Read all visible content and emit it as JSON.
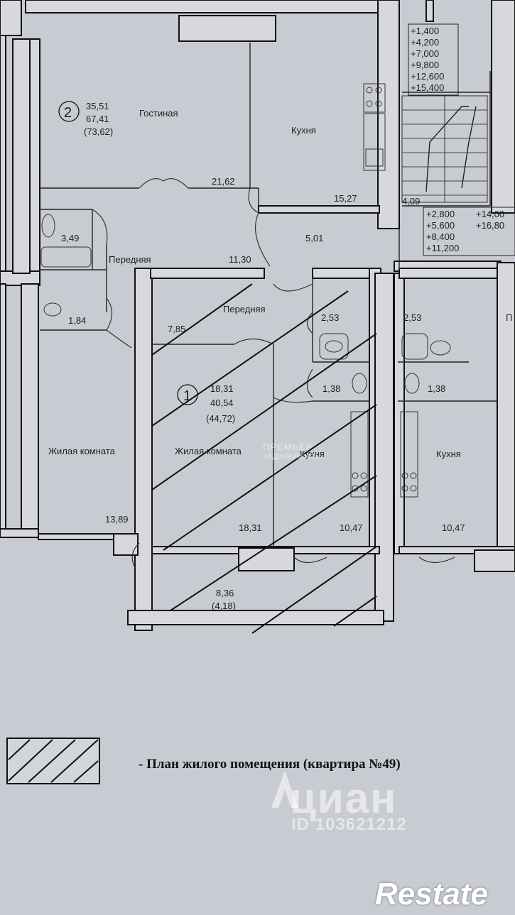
{
  "plan": {
    "apartment_2": {
      "number": "2",
      "area_living": "35,51",
      "area_total": "67,41",
      "area_with_balcony": "(73,62)",
      "rooms": [
        {
          "name": "Гостиная",
          "area": "21,62"
        },
        {
          "name": "Кухня",
          "area": "15,27"
        },
        {
          "name": "",
          "area": "3,49"
        },
        {
          "name": "Передняя",
          "area": "11,30"
        },
        {
          "name": "",
          "area": "5,01"
        }
      ]
    },
    "apartment_1": {
      "number": "1",
      "area_living": "18,31",
      "area_total": "40,54",
      "area_with_balcony": "(44,72)",
      "rooms": [
        {
          "name": "Передняя",
          "area": "7,85"
        },
        {
          "name": "",
          "area": "2,53"
        },
        {
          "name": "",
          "area": "1,38"
        },
        {
          "name": "Жилая комната",
          "area": "18,31"
        },
        {
          "name": "Кухня",
          "area": "10,47"
        }
      ],
      "balcony_area": "8,36",
      "balcony_area_reduced": "(4,18)"
    },
    "left_unit": {
      "rooms": [
        {
          "name": "",
          "area": "1,84"
        },
        {
          "name": "Жилая комната",
          "area": "13,89"
        }
      ]
    },
    "right_unit": {
      "rooms": [
        {
          "name": "",
          "area": "2,53"
        },
        {
          "name": "",
          "area": "1,38"
        },
        {
          "name": "Кухня",
          "area": "10,47"
        },
        {
          "name": "П",
          "area": ""
        }
      ]
    },
    "stair": {
      "landing_area": "4,09",
      "levels_upper": [
        "+1,400",
        "+4,200",
        "+7,000",
        "+9,800",
        "+12,600",
        "+15,400"
      ],
      "levels_lower_a": [
        "+2,800",
        "+5,600",
        "+8,400",
        "+11,200"
      ],
      "levels_lower_b": [
        "+14,00",
        "+16,80"
      ]
    }
  },
  "legend": {
    "caption": "- План жилого помещения (квартира №49)"
  },
  "watermarks": {
    "cian": "циан",
    "cian_id": "ID 103621212",
    "premier": "ПРЕМЬЕР",
    "premier_sub": "НЕДВИЖИМОСТЬ",
    "restate": "Restate"
  },
  "colors": {
    "paper": "#c9cbd3",
    "ink": "#111111"
  }
}
